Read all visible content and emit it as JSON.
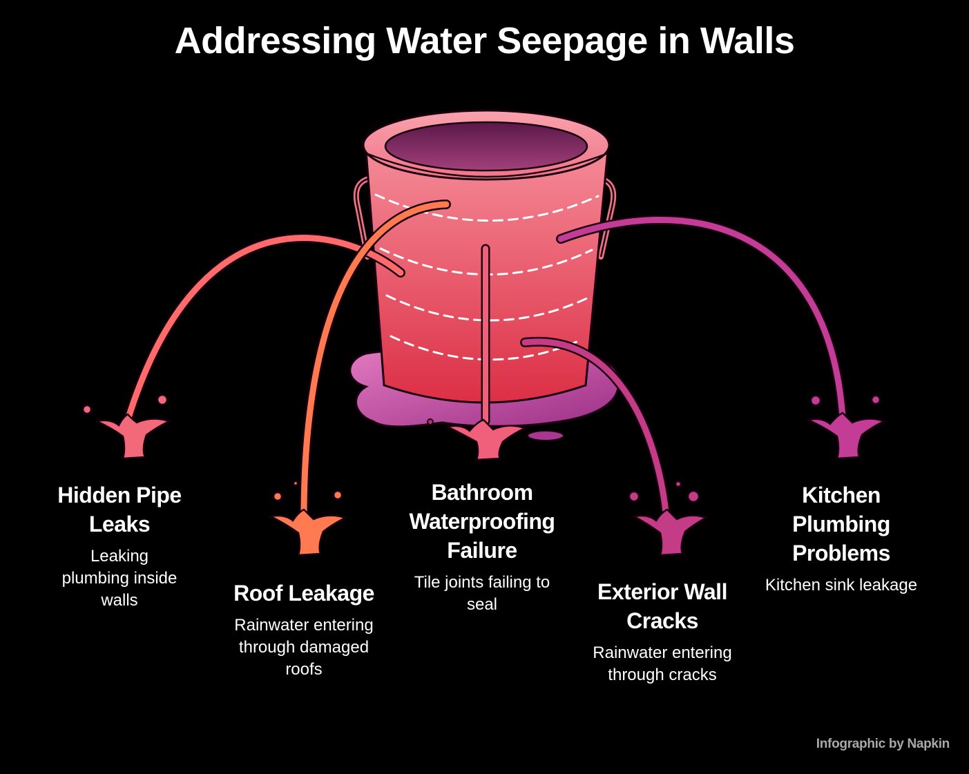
{
  "title": "Addressing Water Seepage in Walls",
  "causes": [
    {
      "id": "hidden-pipe-leaks",
      "title": "Hidden Pipe Leaks",
      "description": "Leaking plumbing inside walls"
    },
    {
      "id": "roof-leakage",
      "title": "Roof Leakage",
      "description": "Rainwater entering through damaged roofs"
    },
    {
      "id": "bathroom-waterproofing-failure",
      "title": "Bathroom Waterproofing Failure",
      "description": "Tile joints failing to seal"
    },
    {
      "id": "exterior-wall-cracks",
      "title": "Exterior Wall Cracks",
      "description": "Rainwater entering through cracks"
    },
    {
      "id": "kitchen-plumbing-problems",
      "title": "Kitchen Plumbing Problems",
      "description": "Kitchen sink leakage"
    }
  ],
  "credit": "Infographic by Napkin",
  "colors": {
    "background": "#000000",
    "bucket_light": "#f58a97",
    "bucket_dark": "#dc2f45",
    "puddle": "#b83b9a",
    "stream_1": "#ff6b6b",
    "stream_2": "#ff7a50",
    "stream_3": "#f0607a",
    "stream_4": "#c43b86",
    "stream_5": "#c33c95"
  },
  "icons": [
    "bucket-icon",
    "puddle-icon",
    "water-stream-icon",
    "splash-icon"
  ]
}
